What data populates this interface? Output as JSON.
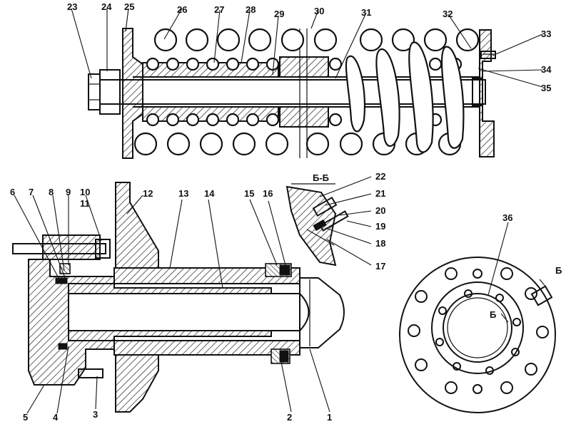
{
  "labels": {
    "l1": "1",
    "l2": "2",
    "l3": "3",
    "l4": "4",
    "l5": "5",
    "l6": "6",
    "l7": "7",
    "l8": "8",
    "l9": "9",
    "l10": "10",
    "l11": "11",
    "l12": "12",
    "l13": "13",
    "l14": "14",
    "l15": "15",
    "l16": "16",
    "l17": "17",
    "l18": "18",
    "l19": "19",
    "l20": "20",
    "l21": "21",
    "l22": "22",
    "l23": "23",
    "l24": "24",
    "l25": "25",
    "l26": "26",
    "l27": "27",
    "l28": "28",
    "l29": "29",
    "l30": "30",
    "l31": "31",
    "l32": "32",
    "l33": "33",
    "l34": "34",
    "l35": "35",
    "l36": "36"
  },
  "section_title": "Б-Б",
  "section_marks": {
    "arrow_mark": "Б",
    "inner_mark": "Б"
  }
}
